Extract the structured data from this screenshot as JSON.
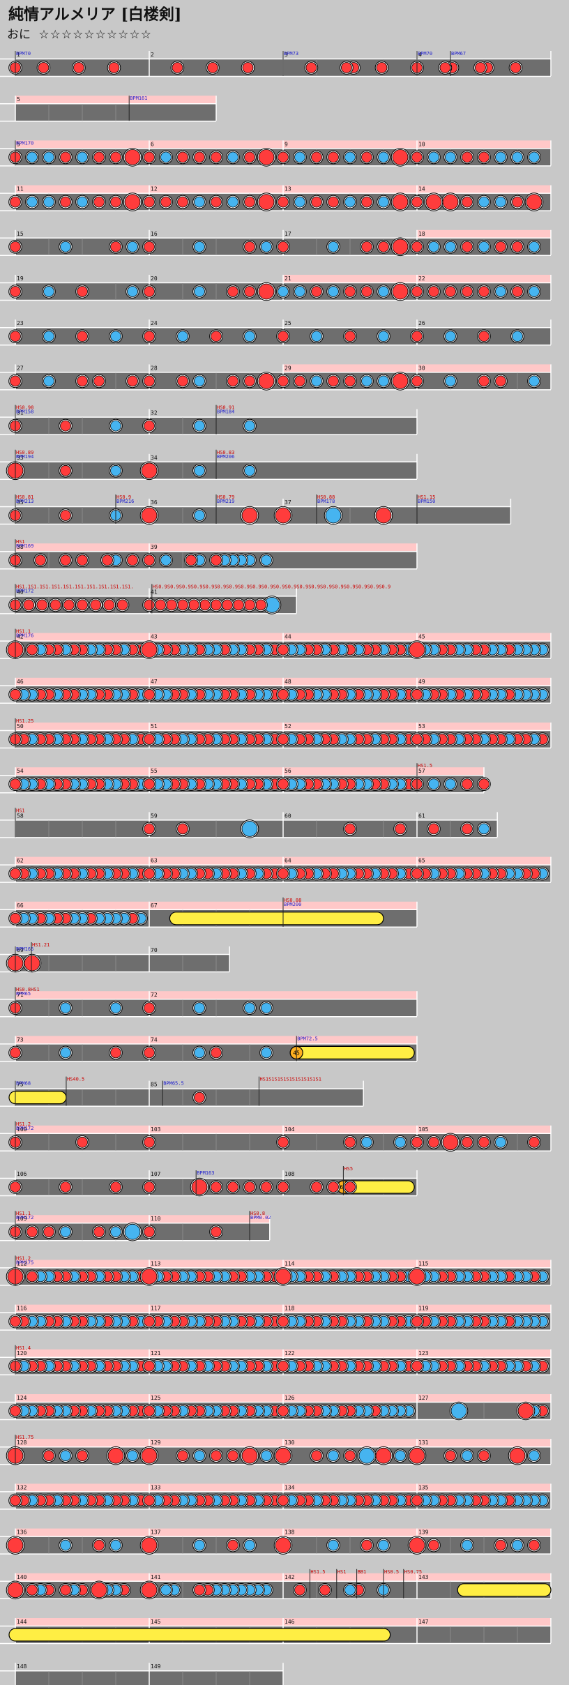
{
  "header": {
    "title": "純情アルメリア [白楼剣]",
    "difficulty": "おに",
    "stars": "☆☆☆☆☆☆☆☆☆☆"
  },
  "colors": {
    "background": "#c8c8c8",
    "lane": "#6e6e6e",
    "lane_edge": "#ffffff",
    "gogo": "#ffc8c8",
    "don": "#ff3c3c",
    "ka": "#46b4f0",
    "roll": "#ffee44",
    "bpm_text": "#2222cc",
    "hs_text": "#cc0000",
    "measure_text": "#111111"
  },
  "rows": [
    {
      "measures": [
        1,
        2,
        3,
        4
      ],
      "sub": [
        4,
        4,
        4,
        4
      ],
      "gogo": null,
      "notes": "D... .... .... ....|.... .... .... ....|.... .... D... ....|D... D... D... ....",
      "events": [
        {
          "m": 0,
          "t": "BPM70",
          "k": "bpm"
        },
        {
          "m": 2,
          "t": "BPM73",
          "k": "bpm"
        },
        {
          "m": 3,
          "t": "BPM70",
          "k": "bpm"
        },
        {
          "m": 3.25,
          "t": "BPM67",
          "k": "bpm"
        }
      ]
    },
    {
      "measures": [
        5
      ],
      "sub": [
        8
      ],
      "len": 1.5,
      "gogo": [
        0,
        1.5
      ],
      "notes": "........",
      "events": [
        {
          "m": 0.85,
          "t": "BPM161",
          "k": "bpm"
        }
      ]
    },
    {
      "measures": [
        5,
        6,
        9,
        10
      ],
      "sub": [
        8,
        8,
        8,
        8
      ],
      "gogo": [
        0,
        4
      ],
      "notes": "DKKDKDDB|DKDDDKDB|DKDDKDKB|DKKDDKKK",
      "events": [
        {
          "m": 0,
          "t": "BPM170",
          "k": "bpm"
        }
      ]
    },
    {
      "measures": [
        11,
        12,
        13,
        14
      ],
      "sub": [
        8,
        8,
        8,
        8
      ],
      "gogo": [
        0,
        4
      ],
      "notes": "DKKDKDDB|DDDKDKDB|DKDDKDKB|DBBDKKDB",
      "events": []
    },
    {
      "measures": [
        15,
        16,
        17,
        18
      ],
      "sub": [
        8,
        8,
        8,
        8
      ],
      "gogo": [
        3,
        4
      ],
      "notes": "D..K..DK|D..K..DK|D..K.DDB|DKKDKDDK",
      "events": []
    },
    {
      "measures": [
        19,
        20,
        21,
        22
      ],
      "sub": [
        8,
        8,
        8,
        8
      ],
      "gogo": [
        2,
        4
      ],
      "notes": "D.K.D..K|D..K.DDB|KKDKDDKB|DDDDDKDK",
      "events": []
    },
    {
      "measures": [
        23,
        24,
        25,
        26
      ],
      "sub": [
        8,
        8,
        8,
        8
      ],
      "gogo": null,
      "notes": "D.K.D.K.|D.K.D.K.|D.K.D.K.|D.K.D.K.",
      "events": []
    },
    {
      "measures": [
        27,
        28,
        29,
        30
      ],
      "sub": [
        8,
        8,
        8,
        8
      ],
      "gogo": [
        2,
        4
      ],
      "notes": "D.K.DD.D|D.DK.DDB|DDKDDKKB|D.K.DD.K",
      "events": []
    },
    {
      "measures": [
        31,
        32
      ],
      "sub": [
        8,
        8
      ],
      "len": 3,
      "gogo": null,
      "notes": "D..D..K.|D..K..K.",
      "events": [
        {
          "m": 0,
          "t": "HS0.98",
          "k": "hs"
        },
        {
          "m": 0,
          "t": "BPM158",
          "k": "bpm"
        },
        {
          "m": 1.5,
          "t": "HS0.91",
          "k": "hs"
        },
        {
          "m": 1.5,
          "t": "BPM184",
          "k": "bpm"
        }
      ]
    },
    {
      "measures": [
        33,
        34
      ],
      "sub": [
        8,
        8
      ],
      "len": 3,
      "gogo": null,
      "notes": "B..D..K.|B..K..K.",
      "events": [
        {
          "m": 0,
          "t": "HS0.89",
          "k": "hs"
        },
        {
          "m": 0,
          "t": "BPM194",
          "k": "bpm"
        },
        {
          "m": 1.5,
          "t": "HS0.83",
          "k": "hs"
        },
        {
          "m": 1.5,
          "t": "BPM206",
          "k": "bpm"
        }
      ]
    },
    {
      "measures": [
        35,
        36,
        37
      ],
      "sub": [
        8,
        8,
        8
      ],
      "len": 3.7,
      "gogo": null,
      "notes": "D..D..K.|B..K..B.|B..C..B.",
      "events": [
        {
          "m": 0,
          "t": "HS0.81",
          "k": "hs"
        },
        {
          "m": 0,
          "t": "BPM213",
          "k": "bpm"
        },
        {
          "m": 0.75,
          "t": "HS0.9",
          "k": "hs"
        },
        {
          "m": 0.75,
          "t": "BPM216",
          "k": "bpm"
        },
        {
          "m": 1.5,
          "t": "HS0.79",
          "k": "hs"
        },
        {
          "m": 1.5,
          "t": "BPM219",
          "k": "bpm"
        },
        {
          "m": 2.25,
          "t": "HS0.88",
          "k": "hs"
        },
        {
          "m": 2.25,
          "t": "BPM178",
          "k": "bpm"
        },
        {
          "m": 3,
          "t": "HS1.15",
          "k": "hs"
        },
        {
          "m": 3,
          "t": "BPM150",
          "k": "bpm"
        }
      ]
    },
    {
      "measures": [
        38,
        39
      ],
      "sub": [
        16,
        16
      ],
      "len": 3,
      "gogo": [
        0,
        3
      ],
      "notes": "D..D..D.D..DK.D.|D.K..DK.DKKKK.K.",
      "events": [
        {
          "m": 0,
          "t": "HS1",
          "k": "hs"
        },
        {
          "m": 0,
          "t": "BPM169",
          "k": "bpm"
        }
      ]
    },
    {
      "measures": [
        40,
        41
      ],
      "sub": [
        10,
        12
      ],
      "len": 2.1,
      "gogo": null,
      "notes": "DDDDDDDDD.|DDDDDDDDDDDC",
      "events": [
        {
          "m": 0,
          "t": "HS1.1S1.1S1.1S1.1S1.1S1.1S1.1S1.1S1.1S1.",
          "k": "hs"
        },
        {
          "m": 0,
          "t": "BPM172",
          "k": "bpm"
        },
        {
          "m": 1.02,
          "t": "HS0.9S0.9S0.9S0.9S0.9S0.9S0.9S0.9S0.9S0.9S0.9S0.9S0.9S0.9S0.9S0.9S0.9S0.9S0.9S0.9",
          "k": "hs"
        }
      ]
    },
    {
      "measures": [
        42,
        43,
        44,
        45
      ],
      "sub": [
        16,
        16,
        16,
        16
      ],
      "gogo": [
        0,
        4
      ],
      "notes": "B.DKDDKDDKKDDKDD|BKDDKKDKKDKKDDKD|DKKDDKDKDKDDKDDK|BKKDDKKDDKKDKKKK",
      "events": [
        {
          "m": 0,
          "t": "HS1.1",
          "k": "hs"
        },
        {
          "m": 0,
          "t": "BPM176",
          "k": "bpm"
        }
      ]
    },
    {
      "measures": [
        46,
        47,
        48,
        49
      ],
      "sub": [
        16,
        16,
        16,
        16
      ],
      "gogo": [
        0,
        4
      ],
      "notes": "DKKDDKDDKKDDKKDK|DKKDDKDKKDDKDKKD|DKDDKKDDKDKKDDKD|DKDDKDKDDKKDKKKK",
      "events": []
    },
    {
      "measures": [
        50,
        51,
        52,
        53
      ],
      "sub": [
        16,
        16,
        16,
        16
      ],
      "gogo": [
        0,
        4
      ],
      "notes": "DDKDDKDDKDDKDDKD|DKDDKKDDKDDKDDKD|DKDDKDDKKDDKDDKD|DDKDDKDDKDDKDDKD",
      "events": [
        {
          "m": 0,
          "t": "HS1.25",
          "k": "hs"
        }
      ]
    },
    {
      "measures": [
        54,
        55,
        56,
        57
      ],
      "sub": [
        16,
        16,
        16,
        16
      ],
      "len": 3.5,
      "gogo": [
        0,
        3.5
      ],
      "notes": "DKKDKDDKKDDKKDDK|DKKDDKDKKDDKDDKD|DKKDDKKDDKKDDKKD|DKKDDB.K",
      "events": [
        {
          "m": 3,
          "t": "HS1.5",
          "k": "hs"
        }
      ]
    },
    {
      "measures": [
        58,
        59,
        60,
        61
      ],
      "sub": [
        8,
        8,
        8,
        8
      ],
      "len": 3.6,
      "gogo": null,
      "notes": "........|D.D...C.|....D..D|.D.DK...",
      "events": [
        {
          "m": 0,
          "t": "HS1",
          "k": "hs"
        }
      ]
    },
    {
      "measures": [
        62,
        63,
        64,
        65
      ],
      "sub": [
        16,
        16,
        16,
        16
      ],
      "gogo": [
        0,
        4
      ],
      "notes": "DDKDDKDDKDDKDDKD|DKDDKKDDKDDKDKDD|DKDDKDDKKDDKDDKD|DDKDDKDDKDDKKDDK",
      "events": []
    },
    {
      "measures": [
        66,
        67
      ],
      "sub": [
        16,
        16
      ],
      "len": 3,
      "gogo": [
        0,
        3
      ],
      "notes": "DKKDKDDKKDKKKKDK|..R.............",
      "rolls": [
        {
          "from": 1.2,
          "to": 2.75
        }
      ],
      "events": [
        {
          "m": 2,
          "t": "HS0.88",
          "k": "hs"
        },
        {
          "m": 2,
          "t": "BPM200",
          "k": "bpm"
        }
      ]
    },
    {
      "measures": [
        69,
        70
      ],
      "sub": [
        8,
        8
      ],
      "len": 1.6,
      "gogo": null,
      "notes": "BB......|........",
      "events": [
        {
          "m": 0,
          "t": "BPM165",
          "k": "bpm"
        },
        {
          "m": 0.12,
          "t": "HS1.21",
          "k": "hs"
        }
      ]
    },
    {
      "measures": [
        71,
        72
      ],
      "sub": [
        8,
        8
      ],
      "len": 3,
      "gogo": [
        0,
        3
      ],
      "notes": "D..K..K.|D..K..KK",
      "events": [
        {
          "m": 0,
          "t": "HS0.8HS1",
          "k": "hs"
        },
        {
          "m": 0,
          "t": "BPM65",
          "k": "bpm"
        }
      ]
    },
    {
      "measures": [
        73,
        74
      ],
      "sub": [
        8,
        8
      ],
      "len": 3,
      "gogo": [
        0,
        3
      ],
      "notes": "D..K..D.|D..KD..K",
      "rolls": [
        {
          "from": 2.1,
          "to": 2.98,
          "label": "45"
        }
      ],
      "events": [
        {
          "m": 2.1,
          "t": "BPM72.5",
          "k": "bpm"
        }
      ]
    },
    {
      "measures": [
        75,
        85
      ],
      "sub": [
        8,
        8
      ],
      "len": 2.6,
      "gogo": null,
      "notes": "........|...D....",
      "rolls": [
        {
          "from": 0,
          "to": 0.38
        }
      ],
      "events": [
        {
          "m": 0,
          "t": "BPM68",
          "k": "bpm"
        },
        {
          "m": 0.38,
          "t": "HS40.5",
          "k": "hs"
        },
        {
          "m": 1.1,
          "t": "BPM65.5",
          "k": "bpm"
        },
        {
          "m": 1.82,
          "t": "HS1S1S1S1S1S1S1S1S1S1",
          "k": "hs"
        }
      ]
    },
    {
      "measures": [
        100,
        103,
        104,
        105
      ],
      "sub": [
        8,
        8,
        8,
        8
      ],
      "gogo": [
        0,
        4
      ],
      "notes": "D...D...|D.......|D...DK.K|DDBDDK.D",
      "events": [
        {
          "m": 0,
          "t": "HS1.2",
          "k": "hs"
        },
        {
          "m": 0,
          "t": "BPM172",
          "k": "bpm"
        }
      ]
    },
    {
      "measures": [
        106,
        107,
        108
      ],
      "sub": [
        8,
        8,
        8
      ],
      "len": 3,
      "gogo": null,
      "notes": "D..D..D.|D..BDDDD|D.DDD...",
      "rolls": [
        {
          "from": 2.45,
          "to": 2.98,
          "label": "6"
        }
      ],
      "events": [
        {
          "m": 1.35,
          "t": "BPM163",
          "k": "bpm"
        },
        {
          "m": 2.45,
          "t": "HS5",
          "k": "hs"
        }
      ]
    },
    {
      "measures": [
        109,
        110,
        111
      ],
      "sub": [
        8,
        8,
        8
      ],
      "len": 1.9,
      "gogo": [
        0,
        1.9
      ],
      "notes": "DDDK.DKC|D...D...|........",
      "events": [
        {
          "m": 0,
          "t": "HS1.1",
          "k": "hs"
        },
        {
          "m": 0,
          "t": "BPM172",
          "k": "bpm"
        },
        {
          "m": 1.75,
          "t": "HS0.8",
          "k": "hs"
        },
        {
          "m": 1.75,
          "t": "BPM0.02",
          "k": "bpm"
        }
      ]
    },
    {
      "measures": [
        112,
        113,
        114,
        115
      ],
      "sub": [
        16,
        16,
        16,
        16
      ],
      "gogo": [
        0,
        4
      ],
      "notes": "B.DKKDDKDDKDDKKD|BKDDKKDDKKDDKKDD|BKKDDKDKKDDKKDDK|BKKDDKKDDKKDKKDK",
      "events": [
        {
          "m": 0,
          "t": "HS1.2",
          "k": "hs"
        },
        {
          "m": 0,
          "t": "BPM175",
          "k": "bpm"
        }
      ]
    },
    {
      "measures": [
        116,
        117,
        118,
        119
      ],
      "sub": [
        16,
        16,
        16,
        16
      ],
      "gogo": [
        0,
        4
      ],
      "notes": "DDKKDDKDDKKDKKDK|DDKDDKKDDKKDDKDD|DKKDDKDDKKDKKDDK|DDKDDKKDDKKDKKKK",
      "events": []
    },
    {
      "measures": [
        120,
        121,
        122,
        123
      ],
      "sub": [
        16,
        16,
        16,
        16
      ],
      "gogo": [
        0,
        4
      ],
      "notes": "DKDDKDDKDDKDDKKD|DKKDDKDKDDKKDDKD|DKDDKKDDKDDKDDKD|DKKDDKDDKDDKKDKD",
      "events": [
        {
          "m": 0,
          "t": "HS1.4",
          "k": "hs"
        }
      ]
    },
    {
      "measures": [
        124,
        125,
        126,
        127
      ],
      "sub": [
        16,
        16,
        16,
        16
      ],
      "gogo": [
        0,
        4
      ],
      "notes": "DKKDDKKDDKDDKKDD|DKDDKDDKKDDKDKKD|DKKDDKKDDKKDKKKK|.....C.......BKD",
      "events": []
    },
    {
      "measures": [
        128,
        129,
        130,
        131
      ],
      "sub": [
        8,
        8,
        8,
        8
      ],
      "gogo": [
        0,
        4
      ],
      "notes": "B.DKD.BK|B.DKDDBK|B.DKDCBK|B.DKD.BK",
      "events": [
        {
          "m": 0,
          "t": "HS1.75",
          "k": "hs"
        }
      ]
    },
    {
      "measures": [
        132,
        133,
        134,
        135
      ],
      "sub": [
        16,
        16,
        16,
        16
      ],
      "gogo": [
        0,
        4
      ],
      "notes": "DDKDDKDDKDDKDDKD|DKDDKKDDKDDKDKDD|DKDDKDDKKDDKDDKD|DKKDDKKDDKKDKKKK",
      "events": []
    },
    {
      "measures": [
        136,
        137,
        138,
        139
      ],
      "sub": [
        8,
        8,
        8,
        8
      ],
      "gogo": [
        0,
        4
      ],
      "notes": "B..K.DK.|B..K.DK.|B..K.DK.|BD.K.DKD",
      "events": []
    },
    {
      "measures": [
        140,
        141,
        142,
        143
      ],
      "sub": [
        16,
        16,
        16,
        16
      ],
      "gogo": [
        0,
        4
      ],
      "notes": "B.DKD.DKD.BKKD..|B.KK..DDKKKKKKK.|..D..D..KD..K...|................",
      "rolls": [
        {
          "from": 3.35,
          "to": 4
        }
      ],
      "events": [
        {
          "m": 2.2,
          "t": "HS1.5",
          "k": "hs"
        },
        {
          "m": 2.4,
          "t": "HS1",
          "k": "hs"
        },
        {
          "m": 2.55,
          "t": "BB1",
          "k": "hs"
        },
        {
          "m": 2.75,
          "t": "HS0.5",
          "k": "hs"
        },
        {
          "m": 2.9,
          "t": "HS0.75",
          "k": "hs"
        }
      ]
    },
    {
      "measures": [
        144,
        145,
        146,
        147
      ],
      "sub": [
        8,
        8,
        8,
        8
      ],
      "gogo": [
        0,
        4
      ],
      "notes": "........|........|........|........",
      "rolls": [
        {
          "from": 0,
          "to": 2.8
        }
      ],
      "events": []
    },
    {
      "measures": [
        148,
        149
      ],
      "sub": [
        8,
        8
      ],
      "gogo": null,
      "notes": "........|........",
      "events": []
    }
  ]
}
